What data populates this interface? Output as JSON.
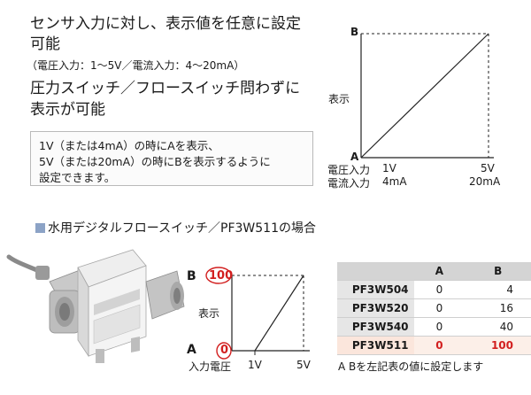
{
  "top": {
    "heading_line1": "センサ入力に対し、表示値を任意に設定",
    "heading_line2": "可能",
    "voltage_note": "（電圧入力：1〜5V／電流入力：4〜20mA）",
    "heading2_line1": "圧力スイッチ／フロースイッチ問わずに",
    "heading2_line2": "表示が可能",
    "box_lines": [
      "1V（または4mA）の時にAを表示、",
      "5V（または20mA）の時にBを表示するように",
      "設定できます。"
    ]
  },
  "graph1": {
    "point_b": "B",
    "point_a": "A",
    "y_label": "表示",
    "x_row1_label": "電圧入力",
    "x_row1_start": "1V",
    "x_row1_end": "5V",
    "x_row2_label": "電流入力",
    "x_row2_start": "4mA",
    "x_row2_end": "20mA"
  },
  "section": {
    "title": "水用デジタルフロースイッチ／PF3W511の場合"
  },
  "graph2": {
    "point_b": "B",
    "point_b_value": "100",
    "point_a": "A",
    "point_a_value": "0",
    "y_label": "表示",
    "x_label": "入力電圧",
    "x_start": "1V",
    "x_end": "5V"
  },
  "table": {
    "headers": [
      "",
      "A",
      "B"
    ],
    "rows": [
      {
        "model": "PF3W504",
        "a": "0",
        "b": "4"
      },
      {
        "model": "PF3W520",
        "a": "0",
        "b": "16"
      },
      {
        "model": "PF3W540",
        "a": "0",
        "b": "40"
      },
      {
        "model": "PF3W511",
        "a": "0",
        "b": "100"
      }
    ],
    "note": "A  Bを左記表の値に設定します"
  },
  "colors": {
    "accent_red": "#d21f1f",
    "section_square": "#8ca3c6",
    "highlight_row": "#fcefe8"
  }
}
